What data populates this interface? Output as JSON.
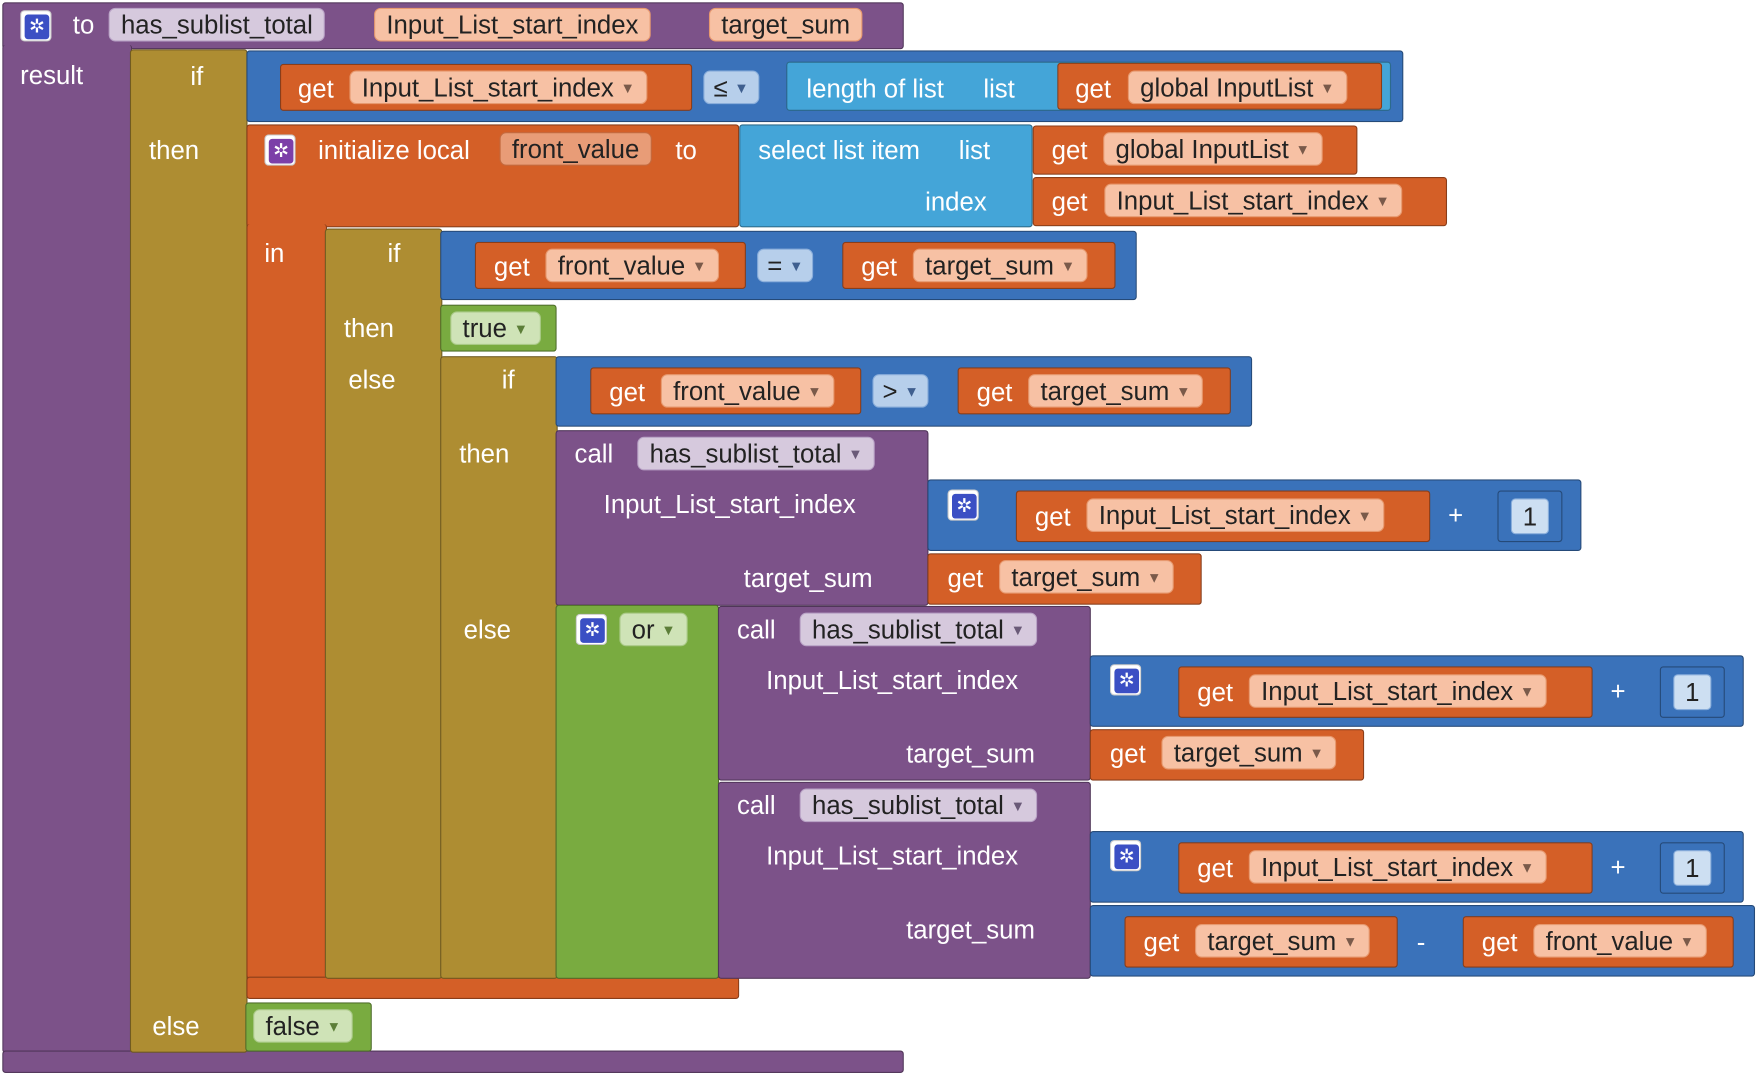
{
  "procedure": {
    "to": "to",
    "name": "has_sublist_total",
    "params": [
      "Input_List_start_index",
      "target_sum"
    ],
    "result": "result"
  },
  "kw": {
    "if": "if",
    "then": "then",
    "else": "else",
    "in": "in",
    "get": "get",
    "call": "call",
    "to": "to",
    "index": "index",
    "plus": "+",
    "minus": "-",
    "one": "1"
  },
  "outer_if": {
    "left_var": "Input_List_start_index",
    "op": "≤",
    "length_label": "length of list",
    "list_label": "list",
    "list_var": "global InputList"
  },
  "init_local": {
    "label": "initialize local",
    "var": "front_value",
    "to": "to",
    "select_label": "select list item",
    "select_list": "list",
    "select_index": "index",
    "list_var": "global InputList",
    "index_var": "Input_List_start_index"
  },
  "inner_if": {
    "left_var": "front_value",
    "op": "=",
    "right_var": "target_sum",
    "then_value": "true"
  },
  "else_if": {
    "left_var": "front_value",
    "op": ">",
    "right_var": "target_sum"
  },
  "call1": {
    "name": "has_sublist_total",
    "arg1_label": "Input_List_start_index",
    "arg1_var": "Input_List_start_index",
    "arg1_add": "1",
    "arg2_label": "target_sum",
    "arg2_var": "target_sum"
  },
  "or_block": {
    "label": "or"
  },
  "call2": {
    "name": "has_sublist_total",
    "arg1_label": "Input_List_start_index",
    "arg1_var": "Input_List_start_index",
    "arg1_add": "1",
    "arg2_label": "target_sum",
    "arg2_var": "target_sum"
  },
  "call3": {
    "name": "has_sublist_total",
    "arg1_label": "Input_List_start_index",
    "arg1_var": "Input_List_start_index",
    "arg1_add": "1",
    "arg2_label": "target_sum",
    "arg2_left_var": "target_sum",
    "arg2_right_var": "front_value"
  },
  "else_value": "false",
  "colors": {
    "procedure": "#7c5289",
    "control": "#ae8d32",
    "variables": "#d45f27",
    "math": "#3a72ba",
    "lists": "#44a5d8",
    "logic": "#79ab40"
  }
}
